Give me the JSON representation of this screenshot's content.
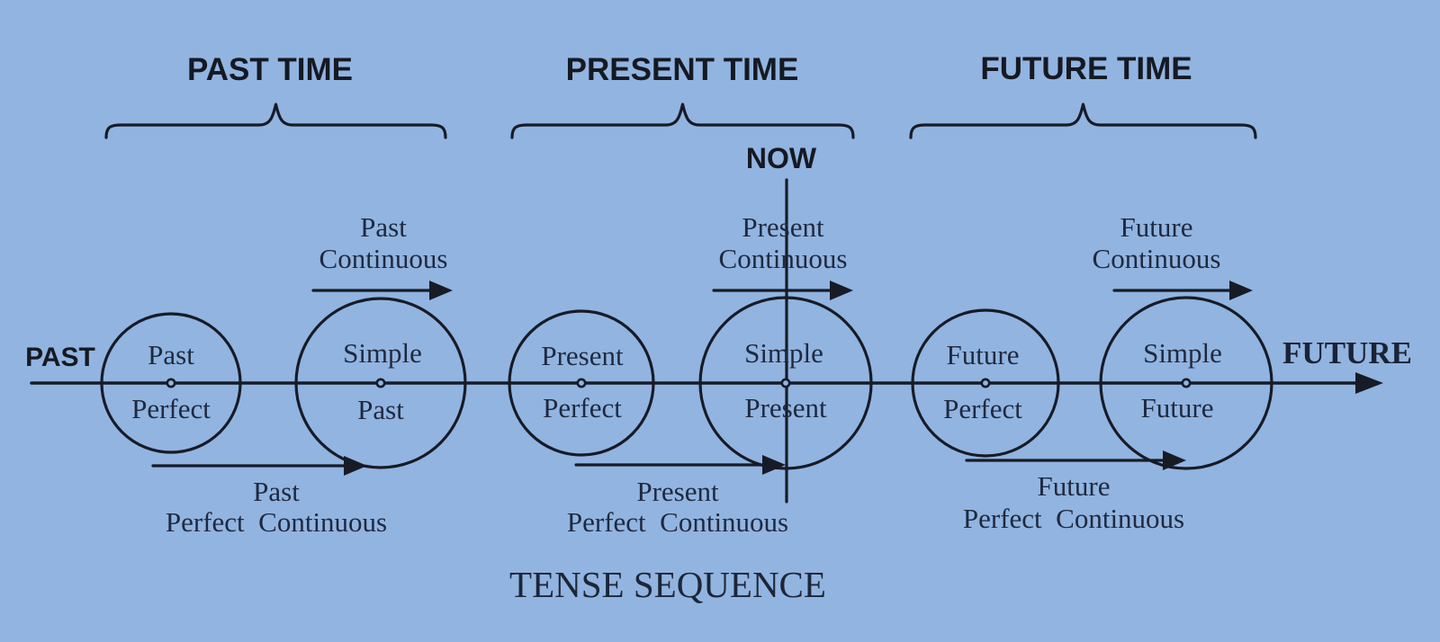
{
  "colors": {
    "background": "#92b4e0",
    "line_ink": "#171b26",
    "serif_text": "#1e2940",
    "sans_text": "#151922"
  },
  "header": {
    "past_time": "PAST TIME",
    "present_time": "PRESENT TIME",
    "future_time": "FUTURE TIME"
  },
  "now_label": "NOW",
  "timeline": {
    "left_label": "PAST",
    "right_label": "FUTURE"
  },
  "caption": "TENSE SEQUENCE",
  "tenses": {
    "past": {
      "perfect": {
        "line1": "Past",
        "line2": "Perfect"
      },
      "simple": {
        "line1": "Simple",
        "line2": "Past"
      },
      "continuous": {
        "line1": "Past",
        "line2": "Continuous"
      },
      "perfect_continuous": {
        "line1": "Past",
        "line2": "Perfect  Continuous"
      }
    },
    "present": {
      "perfect": {
        "line1": "Present",
        "line2": "Perfect"
      },
      "simple": {
        "line1": "Simple",
        "line2": "Present"
      },
      "continuous": {
        "line1": "Present",
        "line2": "Continuous"
      },
      "perfect_continuous": {
        "line1": "Present",
        "line2": "Perfect  Continuous"
      }
    },
    "future": {
      "perfect": {
        "line1": "Future",
        "line2": "Perfect"
      },
      "simple": {
        "line1": "Simple",
        "line2": "Future"
      },
      "continuous": {
        "line1": "Future",
        "line2": "Continuous"
      },
      "perfect_continuous": {
        "line1": "Future",
        "line2": "Perfect  Continuous"
      }
    }
  }
}
